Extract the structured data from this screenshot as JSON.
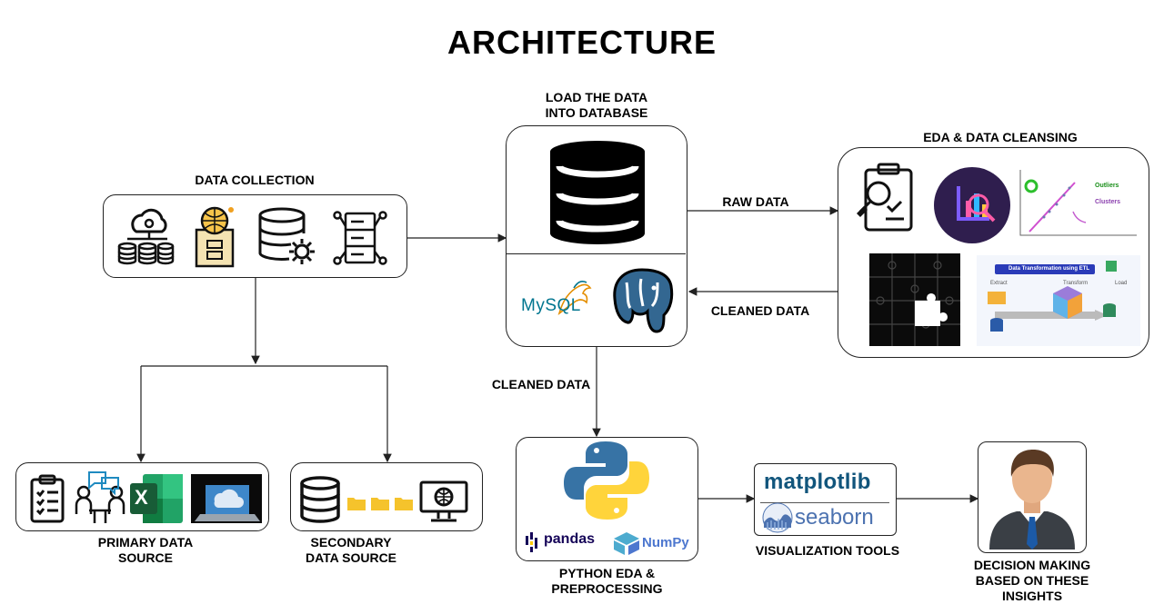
{
  "title": "ARCHITECTURE",
  "labels": {
    "data_collection": "DATA COLLECTION",
    "load_db_line1": "LOAD THE DATA",
    "load_db_line2": "INTO DATABASE",
    "eda": "EDA & DATA CLEANSING",
    "raw_data": "RAW DATA",
    "cleaned_data_right": "CLEANED DATA",
    "cleaned_data_down": "CLEANED DATA",
    "primary_line1": "PRIMARY DATA",
    "primary_line2": "SOURCE",
    "secondary_line1": "SECONDARY",
    "secondary_line2": "DATA SOURCE",
    "python_line1": "PYTHON EDA &",
    "python_line2": "PREPROCESSING",
    "viz": "VISUALIZATION TOOLS",
    "decision_line1": "DECISION MAKING",
    "decision_line2": "BASED ON THESE",
    "decision_line3": "INSIGHTS"
  },
  "logos": {
    "mysql": "MySQL",
    "pandas": "pandas",
    "numpy": "NumPy",
    "matplotlib": "matplotlib",
    "seaborn": "seaborn",
    "excel": "X",
    "etl_banner": "Data Transformation using ETL",
    "etl_extract": "Extract",
    "etl_transform": "Transform",
    "etl_load": "Load",
    "outliers": "Outliers",
    "clusters": "Clusters"
  },
  "colors": {
    "python_blue": "#3773a5",
    "python_yellow": "#ffd43b",
    "matplotlib_blue": "#11557c",
    "seaborn_blue": "#4c72b0",
    "excel_green": "#1d6f42",
    "postgres_blue": "#336791",
    "folder_yellow": "#f5c32c"
  }
}
